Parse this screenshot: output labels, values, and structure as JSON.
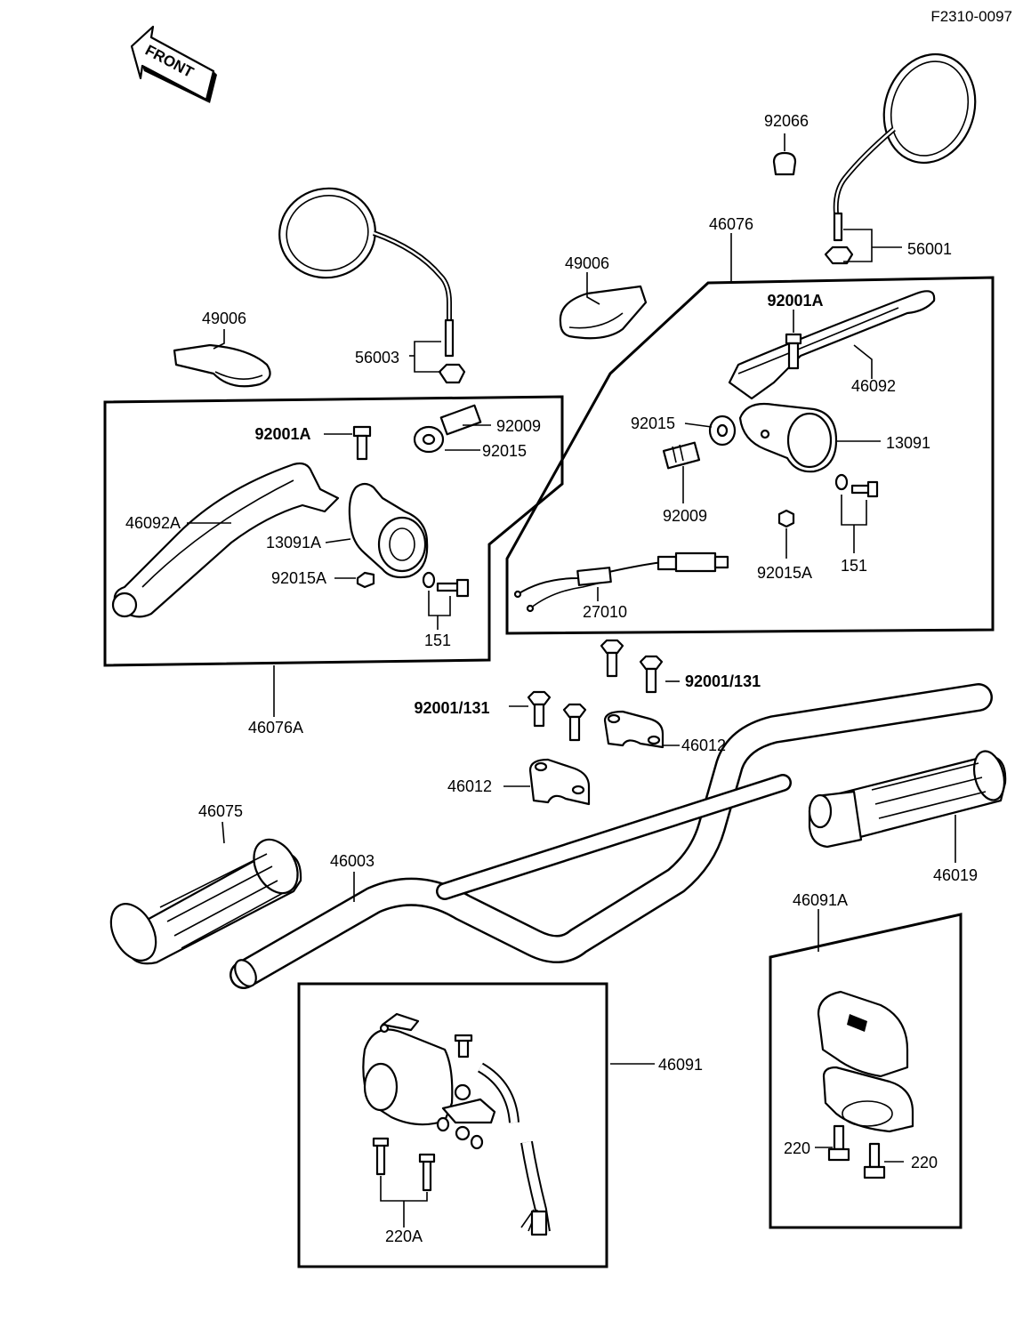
{
  "header": {
    "ref_code": "F2310-0097"
  },
  "front_arrow": {
    "label": "FRONT"
  },
  "callouts": {
    "c92066": "92066",
    "c46076": "46076",
    "c56001": "56001",
    "c49006_r": "49006",
    "c92001A_r": "92001A",
    "c46092": "46092",
    "c92015_r": "92015",
    "c13091": "13091",
    "c92009_r": "92009",
    "c92015A_r": "92015A",
    "c151_r": "151",
    "c27010": "27010",
    "c49006_l": "49006",
    "c56003": "56003",
    "c92001A_l": "92001A",
    "c92009_l": "92009",
    "c92015_l": "92015",
    "c46092A": "46092A",
    "c13091A": "13091A",
    "c92015A_l": "92015A",
    "c151_l": "151",
    "c46076A": "46076A",
    "c92001_131_r": "92001/131",
    "c92001_131_l": "92001/131",
    "c46012_r": "46012",
    "c46012_l": "46012",
    "c46075": "46075",
    "c46003": "46003",
    "c46019": "46019",
    "c46091A": "46091A",
    "c46091": "46091",
    "c220_l": "220",
    "c220_r": "220",
    "c220A": "220A"
  }
}
